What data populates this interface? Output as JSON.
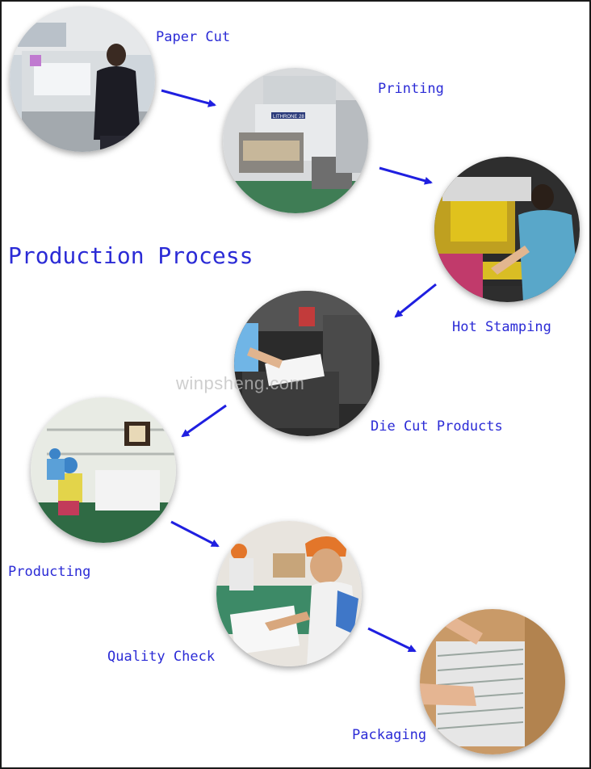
{
  "title": "Production Process",
  "watermark": "winpsheng.com",
  "steps": [
    {
      "label": "Paper Cut",
      "photo": "paper-cutting-machine"
    },
    {
      "label": "Printing",
      "photo": "lithrone-printing-press"
    },
    {
      "label": "Hot Stamping",
      "photo": "hot-stamping-machine"
    },
    {
      "label": "Die Cut Products",
      "photo": "die-cutting-machine"
    },
    {
      "label": "Producting",
      "photo": "assembly-line-workers"
    },
    {
      "label": "Quality Check",
      "photo": "worker-inspecting-products"
    },
    {
      "label": "Packaging",
      "photo": "boxed-products"
    }
  ],
  "machine_brand": "LITHRONE 28",
  "colors": {
    "label": "#2b2bd6",
    "arrow": "#1f1fe0",
    "frame": "#1a1a1a"
  }
}
